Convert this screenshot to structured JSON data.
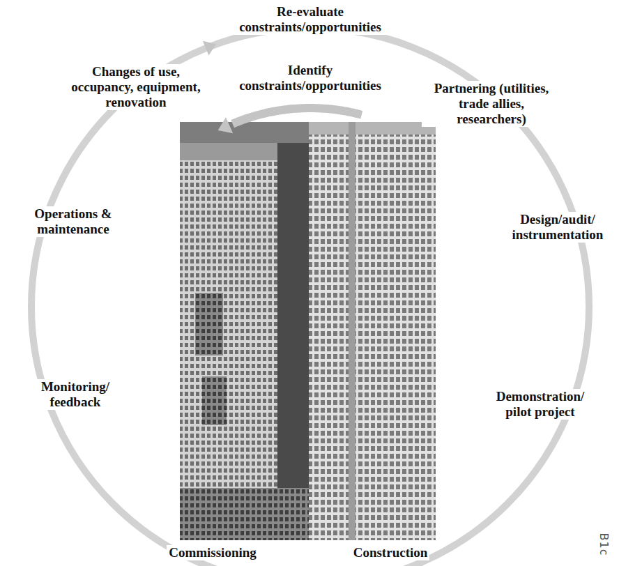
{
  "diagram": {
    "labels": [
      "Re-evaluate constraints/opportunities",
      "Identify constraints/opportunities",
      "Changes of use, occupancy, equipment, renovation",
      "Partnering (utilities, trade allies, researchers)",
      "Operations & maintenance",
      "Design/audit/ instrumentation",
      "Monitoring/ feedback",
      "Demonstration/ pilot project",
      "Commissioning",
      "Construction",
      "B1c"
    ]
  }
}
